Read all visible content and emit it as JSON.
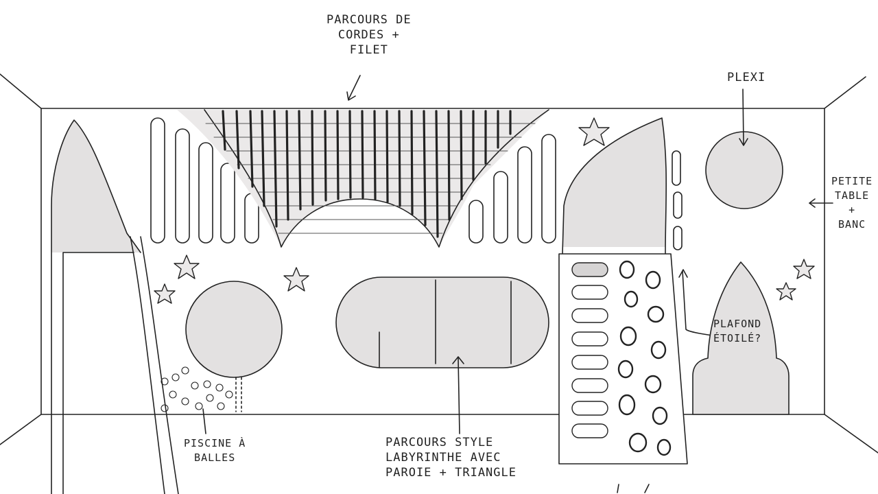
{
  "colors": {
    "ink": "#222222",
    "fill": "#e3e1e1",
    "paper": "#ffffff"
  },
  "annotations": {
    "ropes": {
      "lines": [
        "Parcours de",
        "cordes +",
        "filet"
      ]
    },
    "plexi": {
      "lines": [
        "Plexi"
      ]
    },
    "table": {
      "lines": [
        "Petite",
        "table",
        "+",
        "banc"
      ]
    },
    "ceiling": {
      "lines": [
        "Plafond",
        "étoilé?"
      ]
    },
    "ballpit": {
      "lines": [
        "Piscine à",
        "balles"
      ]
    },
    "maze": {
      "lines": [
        "Parcours style",
        "labyrinthe avec",
        "paroie + triangle"
      ]
    }
  }
}
